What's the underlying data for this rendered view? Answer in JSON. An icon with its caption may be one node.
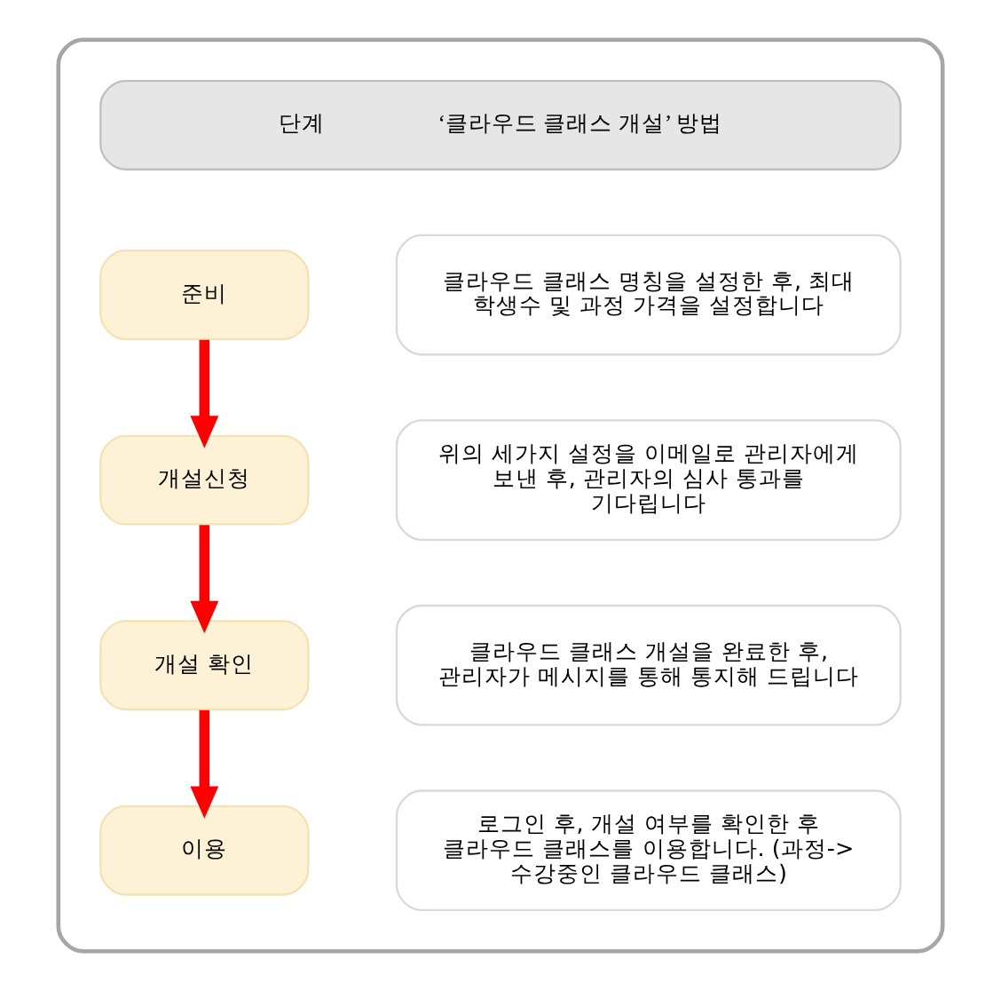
{
  "diagram": {
    "nodes": [
      {
        "text": [],
        "shape": "box"
      },
      {
        "text": [
          "단계",
          "‘클라우드 클래스 개설’ 방법"
        ],
        "in": 0
      },
      {
        "text": [
          "준비"
        ],
        "in": 0
      },
      {
        "text": [
          "클라우드 클래스 명칭을 설정한 후, 최대 학생수 및 과정 가격을 설정합니다"
        ],
        "in": 0
      },
      {
        "text": [
          "개설신청"
        ],
        "in": 0
      },
      {
        "text": [
          "위의 세가지 설정을 이메일로 관리자에게 보낸 후, 관리자의 심사 통과를 기다립니다"
        ],
        "in": 0
      },
      {
        "text": [
          "개설 확인"
        ],
        "in": 0
      },
      {
        "text": [
          "클라우드 클래스 개설을 완료한 후, 관리자가 메시지를 통해 통지해 드립니다"
        ],
        "in": 0
      },
      {
        "text": [
          "이용"
        ],
        "in": 0
      },
      {
        "text": [
          "로그인 후, 개설 여부를 확인한 후 클라우드 클래스를 이용합니다. (과정-> 수강중인 클라우드 클래스)"
        ],
        "in": 0
      }
    ],
    "edges": [
      {
        "from": 2,
        "to": 4,
        "arrow": "to"
      },
      {
        "from": 4,
        "to": 6,
        "arrow": "to"
      },
      {
        "from": 6,
        "to": 8,
        "arrow": "to"
      }
    ]
  }
}
